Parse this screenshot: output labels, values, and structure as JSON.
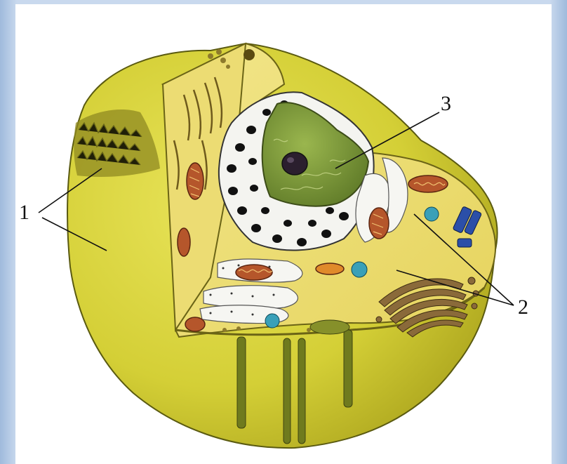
{
  "labels": {
    "one": "1",
    "two": "2",
    "three": "3"
  },
  "colors": {
    "background_edge": "#9fbadc",
    "panel": "#ffffff",
    "cytoplasm": "#e8d96a",
    "membrane": "#c9c034",
    "nucleus_envelope": "#f2f2f2",
    "nucleus": "#7e9a3c",
    "nucleolus": "#2b1f2e",
    "mitochondria": "#b5562b",
    "golgi": "#8a6a3a",
    "leader_lines": "#111111"
  }
}
